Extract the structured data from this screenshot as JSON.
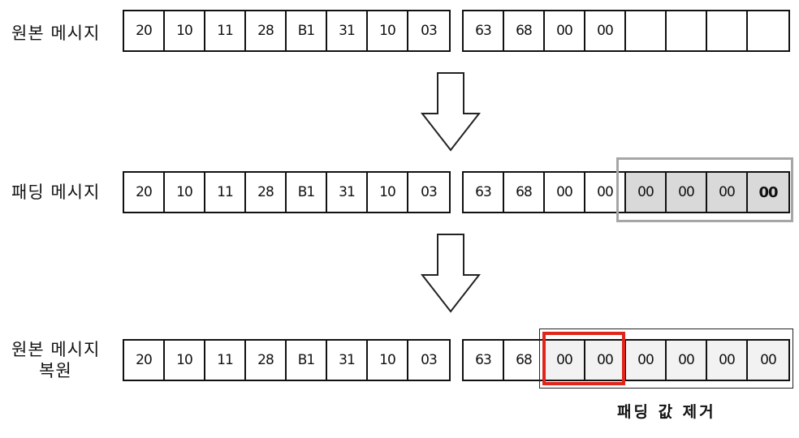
{
  "rows": [
    {
      "label_lines": [
        "원본 메시지"
      ],
      "block1": [
        "20",
        "10",
        "11",
        "28",
        "B1",
        "31",
        "10",
        "03"
      ],
      "block2": [
        "63",
        "68",
        "00",
        "00",
        "",
        "",
        "",
        ""
      ]
    },
    {
      "label_lines": [
        "패딩 메시지"
      ],
      "block1": [
        "20",
        "10",
        "11",
        "28",
        "B1",
        "31",
        "10",
        "03"
      ],
      "block2": [
        "63",
        "68",
        "00",
        "00",
        "00",
        "00",
        "00",
        "00"
      ]
    },
    {
      "label_lines": [
        "원본 메시지",
        "복원"
      ],
      "block1": [
        "20",
        "10",
        "11",
        "28",
        "B1",
        "31",
        "10",
        "03"
      ],
      "block2": [
        "63",
        "68",
        "00",
        "00",
        "00",
        "00",
        "00",
        "00"
      ]
    }
  ],
  "caption": "패딩 값 제거",
  "colors": {
    "highlight_red": "#e0261b",
    "padding_frame_gray": "#a6a6a6",
    "padding_cell_fill": "#d9d9d9",
    "removed_cell_fill": "#f2f2f2"
  },
  "icons": [
    "down-arrow-icon",
    "down-arrow-icon"
  ]
}
